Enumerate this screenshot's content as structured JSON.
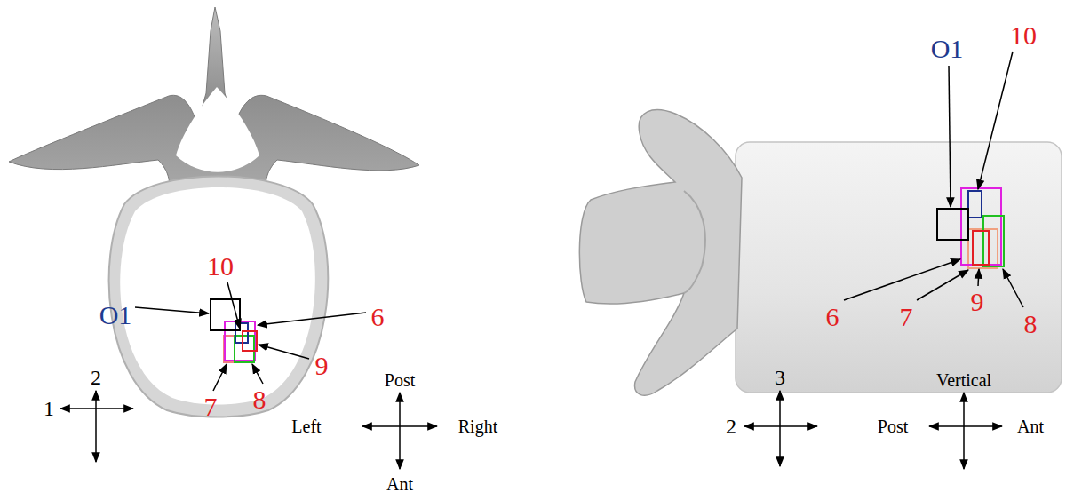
{
  "diagram": {
    "labels": [
      "O1",
      "10",
      "6",
      "9",
      "7",
      "8",
      "2",
      "1",
      "Post",
      "Left",
      "Right",
      "Ant",
      "O1",
      "10",
      "6",
      "7",
      "9",
      "8",
      "3",
      "2",
      "Vertical",
      "Post",
      "Ant"
    ]
  }
}
